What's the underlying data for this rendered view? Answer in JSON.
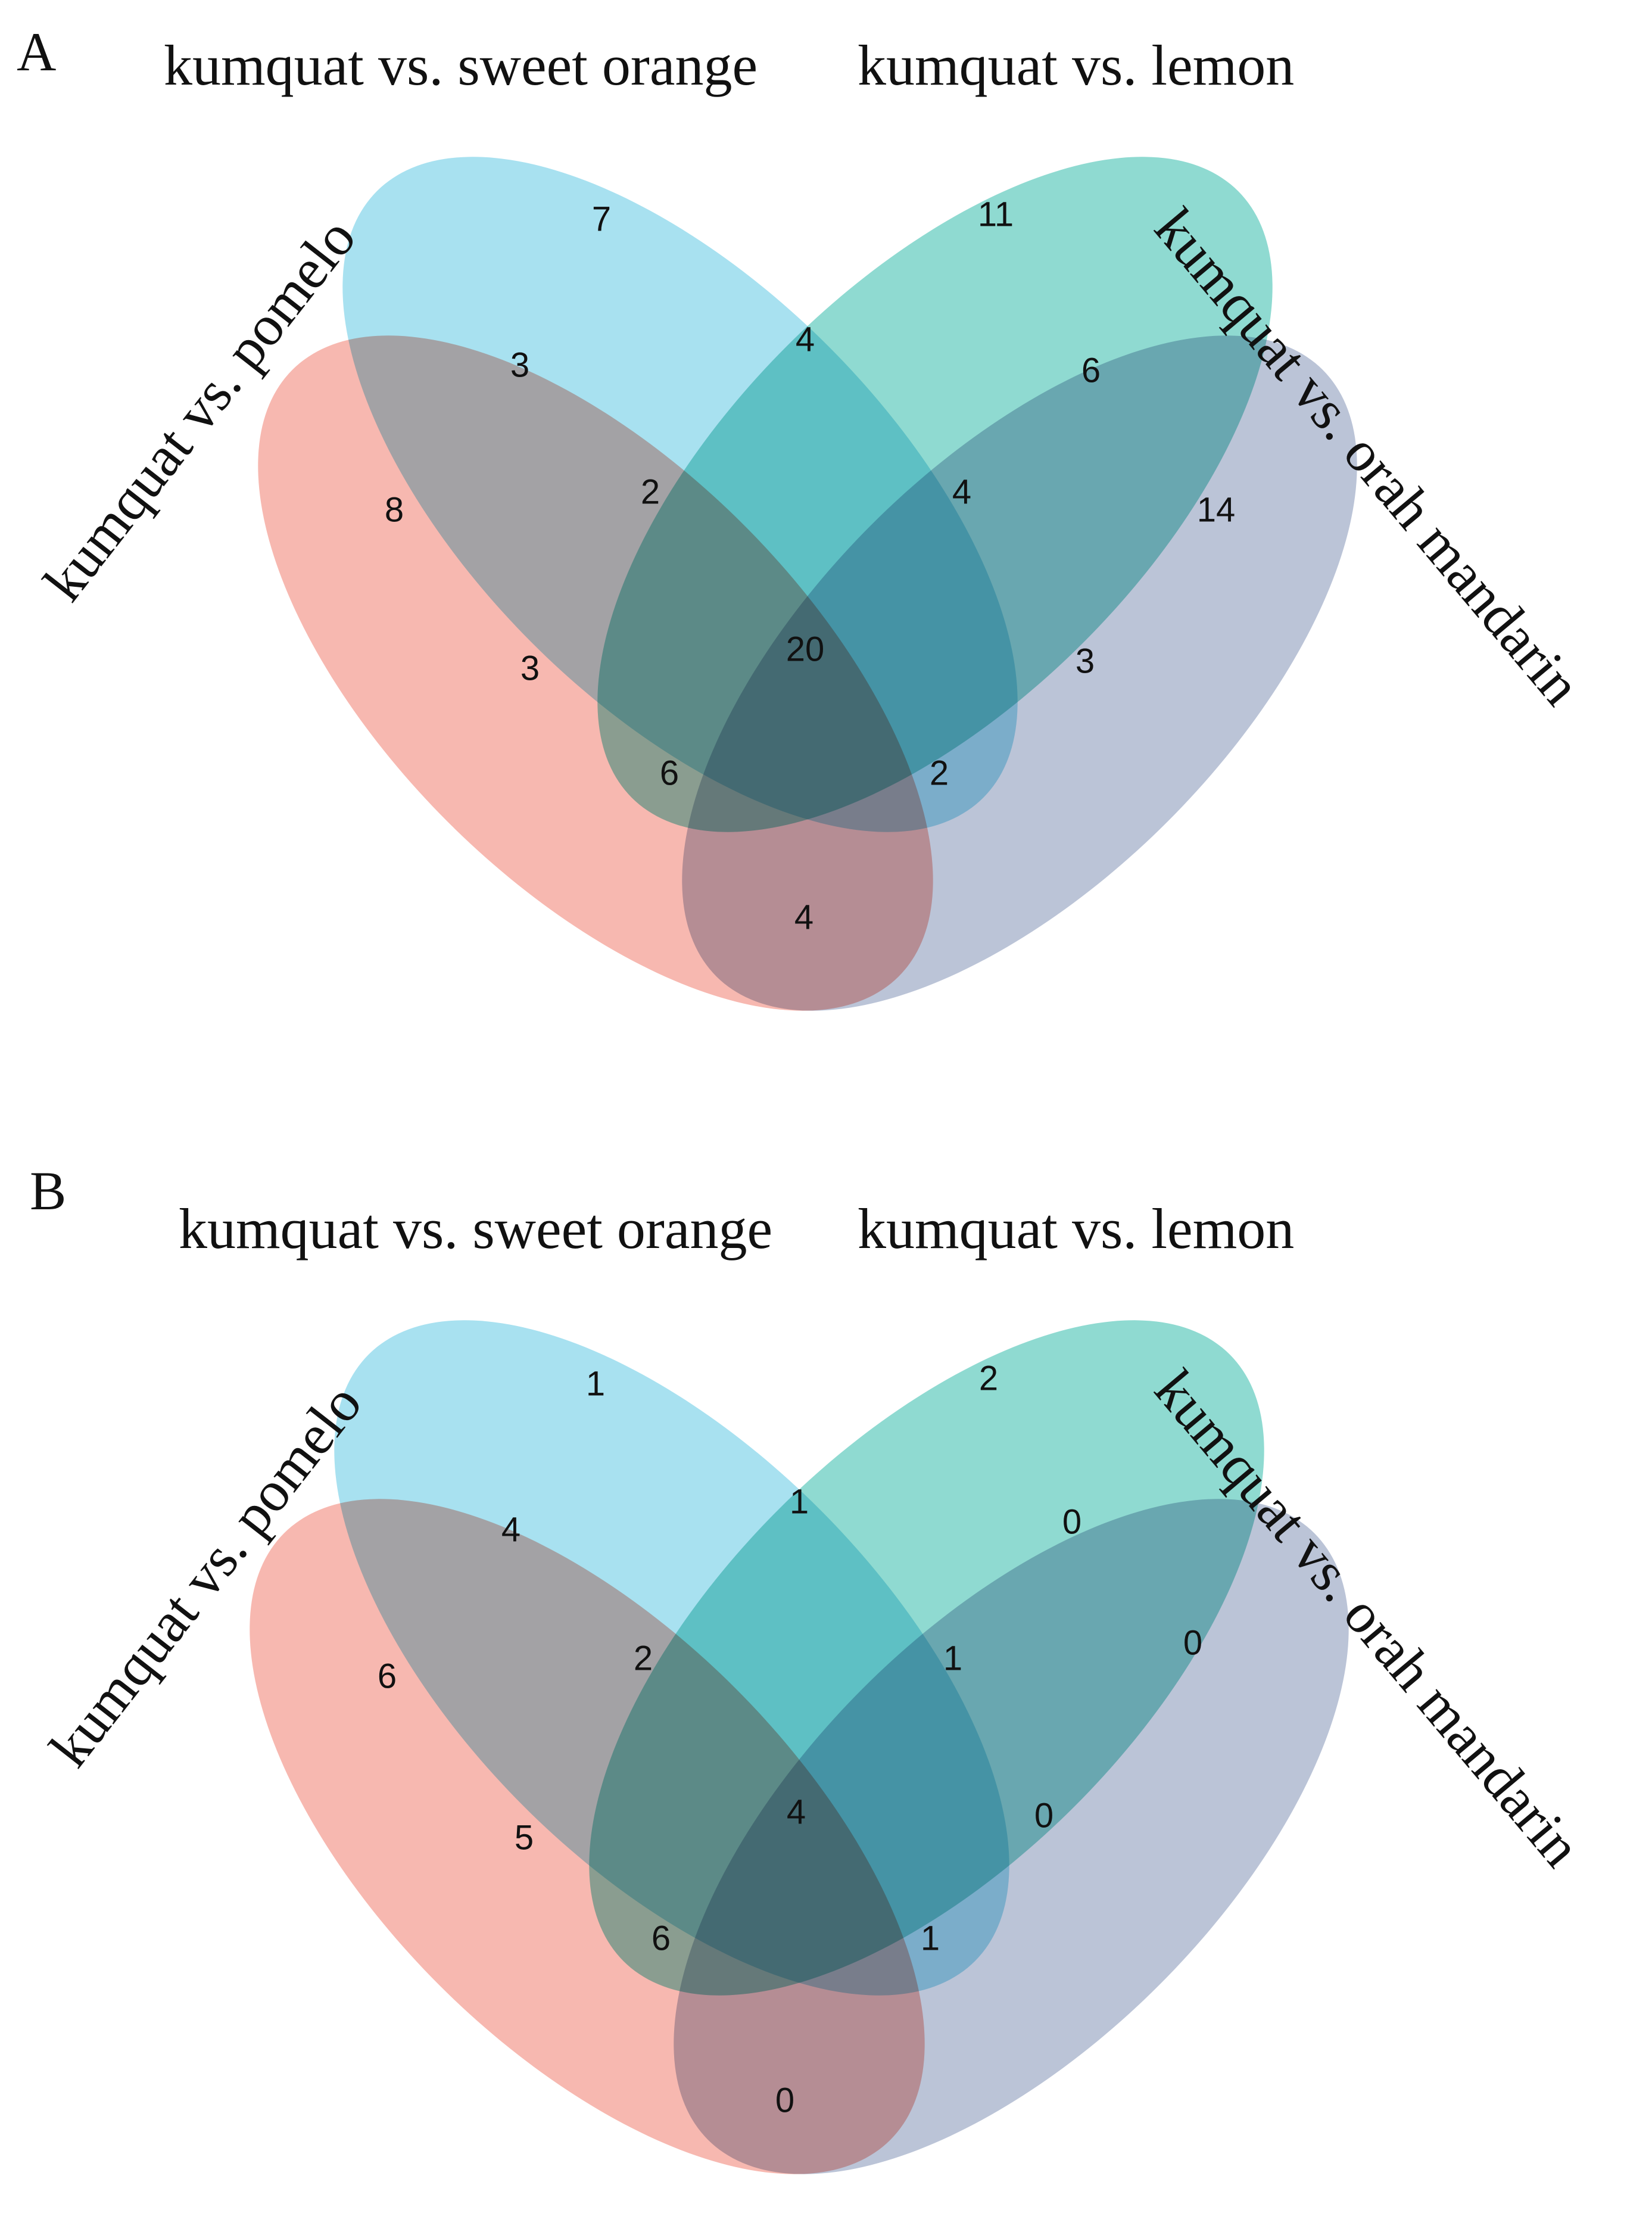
{
  "sets": [
    {
      "key": "pomelo",
      "label": "kumquat vs. pomelo",
      "color": "#f5a49a"
    },
    {
      "key": "sweet_orange",
      "label": "kumquat vs. sweet orange",
      "color": "#8fd8ec"
    },
    {
      "key": "lemon",
      "label": "kumquat vs. lemon",
      "color": "#6fd0c4"
    },
    {
      "key": "orah_mandarin",
      "label": "kumquat vs. orah mandarin",
      "color": "#a8b4cc"
    }
  ],
  "panels": [
    {
      "letter": "A",
      "regions": {
        "P": "8",
        "S": "7",
        "L": "11",
        "O": "14",
        "PS": "3",
        "SL": "4",
        "LO": "6",
        "PO": "4",
        "PL": "3",
        "SO": "3",
        "PSL": "2",
        "SLO": "4",
        "PSO": "6",
        "PLO": "2",
        "PSLO": "20"
      }
    },
    {
      "letter": "B",
      "regions": {
        "P": "6",
        "S": "1",
        "L": "2",
        "O": "0",
        "PS": "4",
        "SL": "1",
        "LO": "0",
        "PO": "0",
        "PL": "5",
        "SO": "0",
        "PSL": "2",
        "SLO": "1",
        "PSO": "6",
        "PLO": "1",
        "PSLO": "4"
      }
    }
  ]
}
